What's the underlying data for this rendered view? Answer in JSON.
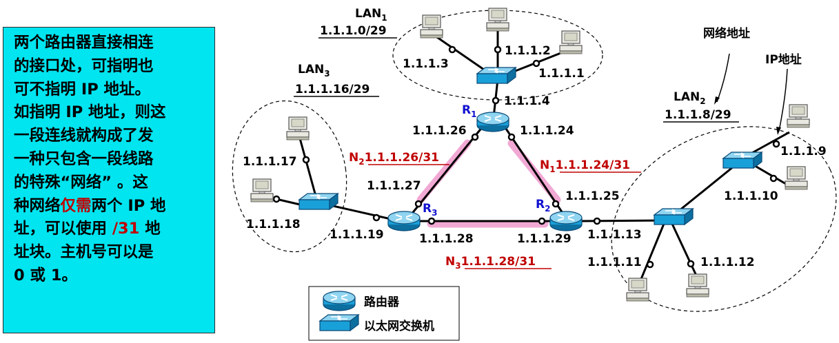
{
  "note": {
    "line1": "两个路由器直接相连",
    "line2": "的接口处，可指明也",
    "line3": "可不指明 IP 地址。",
    "line4": "如指明 IP 地址，则这",
    "line5": "一段连线就构成了发",
    "line6": "一种只包含一段线路",
    "line7": "的特殊“网络” 。这",
    "line8a": "种网络",
    "line8b": "仅需",
    "line8c": "两个 IP 地",
    "line9a": "址，可以使用 ",
    "line9b": "/31",
    "line9c": " 地",
    "line10": "址块。主机号可以是",
    "line11": "0 或 1。",
    "highlight_color": "#c00000",
    "background_color": "#00e5f0"
  },
  "lans": {
    "lan1": {
      "name": "LAN",
      "sub": "1",
      "prefix": "1.1.1.0/29"
    },
    "lan2": {
      "name": "LAN",
      "sub": "2",
      "prefix": "1.1.1.8/29"
    },
    "lan3": {
      "name": "LAN",
      "sub": "3",
      "prefix": "1.1.1.16/29"
    }
  },
  "callouts": {
    "network_address": "网络地址",
    "ip_address": "IP地址"
  },
  "routers": {
    "r1": {
      "name": "R",
      "sub": "1"
    },
    "r2": {
      "name": "R",
      "sub": "2"
    },
    "r3": {
      "name": "R",
      "sub": "3"
    }
  },
  "links": {
    "n1": {
      "name": "N",
      "sub": "1",
      "prefix": "1.1.1.24/31"
    },
    "n2": {
      "name": "N",
      "sub": "2",
      "prefix": "1.1.1.26/31"
    },
    "n3": {
      "name": "N",
      "sub": "3",
      "prefix": "1.1.1.28/31"
    }
  },
  "addresses": {
    "a1": "1.1.1.1",
    "a2": "1.1.1.2",
    "a3": "1.1.1.3",
    "a4": "1.1.1.4",
    "a9": "1.1.1.9",
    "a10": "1.1.1.10",
    "a11": "1.1.1.11",
    "a12": "1.1.1.12",
    "a13": "1.1.1.13",
    "a17": "1.1.1.17",
    "a18": "1.1.1.18",
    "a19": "1.1.1.19",
    "a24": "1.1.1.24",
    "a25": "1.1.1.25",
    "a26": "1.1.1.26",
    "a27": "1.1.1.27",
    "a28": "1.1.1.28",
    "a29": "1.1.1.29"
  },
  "legend": {
    "router_label": "路由器",
    "switch_label": "以太网交换机"
  },
  "colors": {
    "link_highlight": "#f0a0d0",
    "router": "#1aa0d8",
    "switch": "#1aa0d8",
    "net_label": "#c00000",
    "router_label": "#1010d0"
  }
}
